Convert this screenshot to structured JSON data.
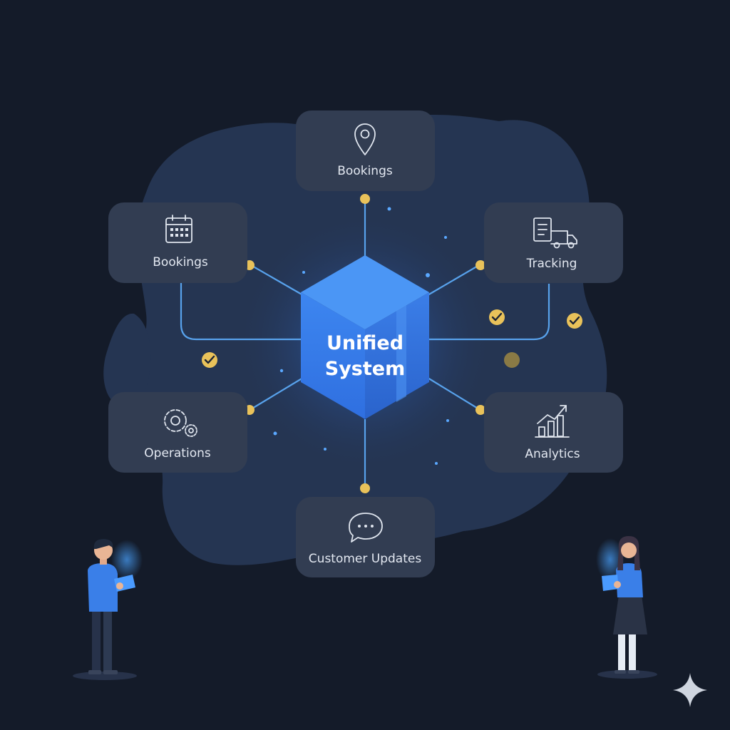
{
  "hub": {
    "line1": "Unified",
    "line2": "System",
    "icon": "cube-icon",
    "color": "#3f86ef"
  },
  "nodes": [
    {
      "label": "Bookings",
      "icon": "location-pin-icon"
    },
    {
      "label": "Bookings",
      "icon": "calendar-icon"
    },
    {
      "label": "Tracking",
      "icon": "delivery-truck-icon"
    },
    {
      "label": "Operations",
      "icon": "gears-icon"
    },
    {
      "label": "Analytics",
      "icon": "bar-chart-icon"
    },
    {
      "label": "Customer Updates",
      "icon": "chat-bubble-icon"
    }
  ],
  "colors": {
    "background": "#141b29",
    "blob": "#253552",
    "card": "#323d52",
    "connector": "#58a2ec",
    "connector_dot": "#e9c25a",
    "check_badge": "#e9c25a"
  },
  "decorations": [
    "check-badge-icon",
    "person-with-tablet",
    "sparkle-icon"
  ]
}
